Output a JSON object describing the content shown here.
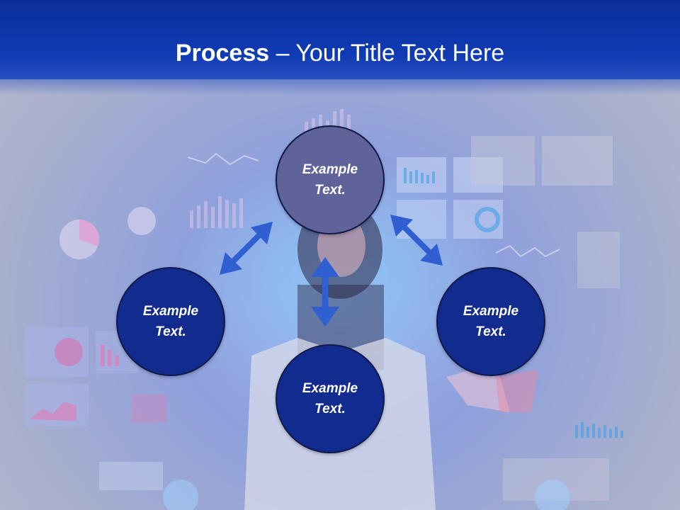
{
  "title": {
    "bold": "Process",
    "rest": " – Your Title Text Here"
  },
  "circles": {
    "top": {
      "line1": "Example",
      "line2": "Text."
    },
    "left": {
      "line1": "Example",
      "line2": "Text."
    },
    "right": {
      "line1": "Example",
      "line2": "Text."
    },
    "bottom": {
      "line1": "Example",
      "line2": "Text."
    }
  },
  "colors": {
    "header": "#0f3bb4",
    "circle_top": "#5f6399",
    "circle_other": "#122b8f",
    "arrow": "#2f5fd0",
    "title_text": "#ffffff"
  }
}
